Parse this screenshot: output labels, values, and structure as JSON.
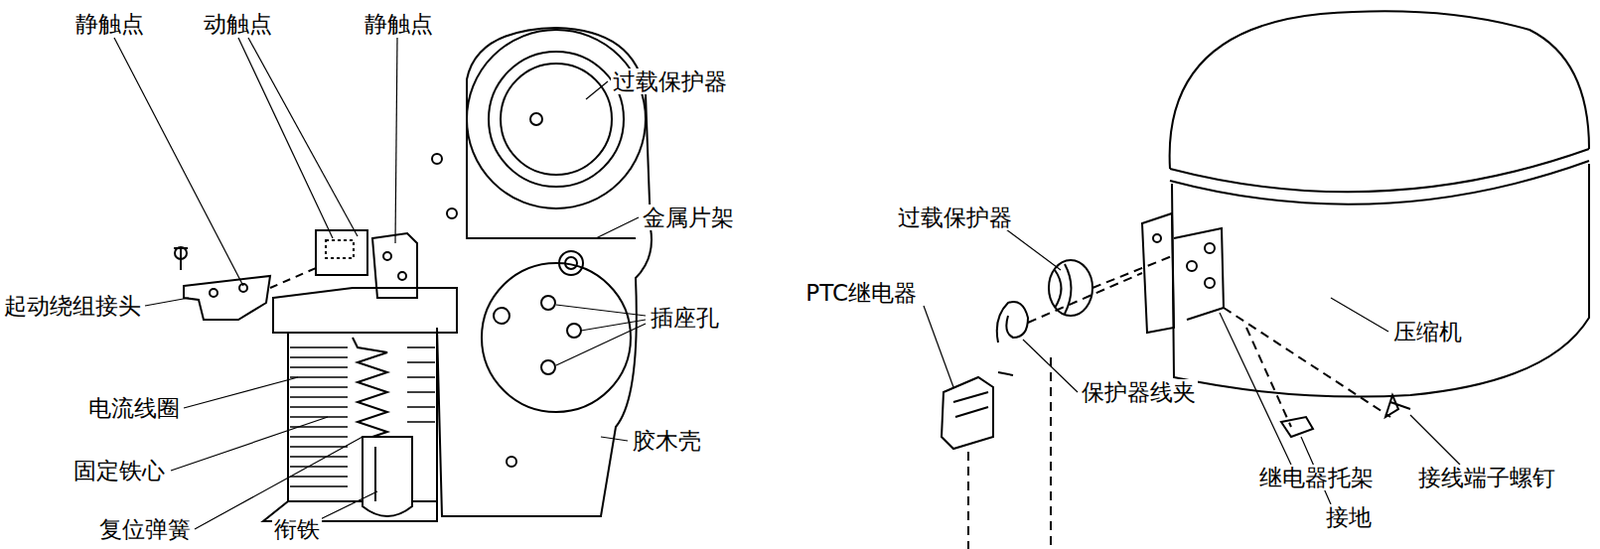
{
  "diagram": {
    "labels": [
      "静触点",
      "动触点",
      "静触点",
      "过载保护器",
      "金属片架",
      "插座孔",
      "起动绕组接头",
      "电流线圈",
      "固定铁心",
      "复位弹簧",
      "衔铁",
      "胶木壳",
      "过载保护器",
      "PTC继电器",
      "保护器线夹",
      "继电器托架",
      "压缩机",
      "接线端子螺钉",
      "接地"
    ]
  }
}
